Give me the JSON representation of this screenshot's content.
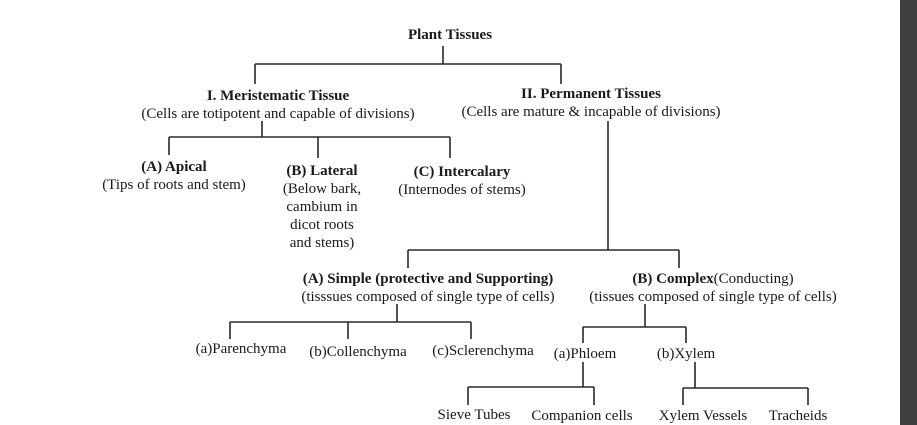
{
  "root": {
    "title": "Plant Tissues"
  },
  "meristematic": {
    "title": "I. Meristematic Tissue",
    "desc": "(Cells are totipotent and capable of divisions)",
    "children": [
      {
        "title": "(A) Apical",
        "desc": [
          "(Tips of roots and stem)"
        ]
      },
      {
        "title": "(B) Lateral",
        "desc": [
          "(Below bark,",
          "cambium in",
          "dicot roots",
          "and stems)"
        ]
      },
      {
        "title": "(C) Intercalary",
        "desc": [
          "(Internodes of stems)"
        ]
      }
    ]
  },
  "permanent": {
    "title": "II. Permanent Tissues",
    "desc": "(Cells are mature & incapable of divisions)",
    "simple": {
      "title": "(A) Simple (protective and Supporting)",
      "desc": "(tisssues composed of single type of cells)",
      "children": [
        "(a)Parenchyma",
        "(b)Collenchyma",
        "(c)Sclerenchyma"
      ]
    },
    "complex": {
      "title": "(B) Complex",
      "title_suffix": "(Conducting)",
      "desc": "(tissues composed of single type of cells)",
      "phloem": {
        "label": "(a)Phloem",
        "children": [
          "Sieve Tubes",
          "Companion cells"
        ]
      },
      "xylem": {
        "label": "(b)Xylem",
        "children": [
          "Xylem Vessels",
          "Tracheids"
        ]
      }
    }
  },
  "colors": {
    "line": "#2a2a2a",
    "text": "#1a1a1a",
    "scrollbar": "#3e3e3e",
    "background": "#ffffff"
  }
}
